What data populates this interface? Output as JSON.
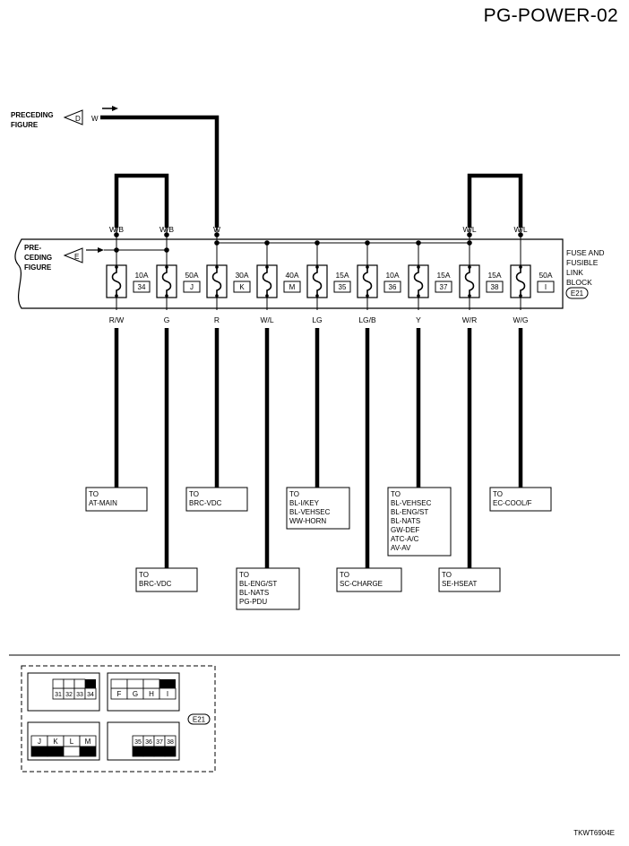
{
  "page_title": "PG-POWER-02",
  "diagram_code": "TKWT6904E",
  "preceding_top": {
    "line1": "PRECEDING",
    "line2": "FIGURE",
    "connector": "D",
    "wire": "W"
  },
  "preceding_left": {
    "line1": "PRE-",
    "line2": "CEDING",
    "line3": "FIGURE",
    "connector": "E"
  },
  "block_label": {
    "line1": "FUSE AND",
    "line2": "FUSIBLE",
    "line3": "LINK",
    "line4": "BLOCK",
    "connector": "E21"
  },
  "top_wires": [
    "W/B",
    "W/B",
    "W",
    "W/L",
    "W/L"
  ],
  "fuses": [
    {
      "amp": "10A",
      "id": "34",
      "out_wire": "R/W"
    },
    {
      "amp": "50A",
      "id": "J",
      "out_wire": "G"
    },
    {
      "amp": "30A",
      "id": "K",
      "out_wire": "R"
    },
    {
      "amp": "40A",
      "id": "M",
      "out_wire": "W/L"
    },
    {
      "amp": "15A",
      "id": "35",
      "out_wire": "LG"
    },
    {
      "amp": "10A",
      "id": "36",
      "out_wire": "LG/B"
    },
    {
      "amp": "15A",
      "id": "37",
      "out_wire": "Y"
    },
    {
      "amp": "15A",
      "id": "38",
      "out_wire": "W/R"
    },
    {
      "amp": "50A",
      "id": "I",
      "out_wire": "W/G"
    }
  ],
  "destinations": [
    {
      "lines": [
        "TO",
        "AT-MAIN"
      ]
    },
    {
      "lines": [
        "TO",
        "BRC-VDC"
      ]
    },
    {
      "lines": [
        "TO",
        "BRC-VDC"
      ]
    },
    {
      "lines": [
        "TO",
        "BL-ENG/ST",
        "BL-NATS",
        "PG-PDU"
      ]
    },
    {
      "lines": [
        "TO",
        "BL-I/KEY",
        "BL-VEHSEC",
        "WW-HORN"
      ]
    },
    {
      "lines": [
        "TO",
        "SC-CHARGE"
      ]
    },
    {
      "lines": [
        "TO",
        "BL-VEHSEC",
        "BL-ENG/ST",
        "BL-NATS",
        "GW-DEF",
        "ATC-A/C",
        "AV-AV"
      ]
    },
    {
      "lines": [
        "TO",
        "SE-HSEAT"
      ]
    },
    {
      "lines": [
        "TO",
        "EC-COOL/F"
      ]
    }
  ],
  "connector_legend": {
    "label": "E21",
    "groups": [
      [
        "31",
        "32",
        "33",
        "34"
      ],
      [
        "F",
        "G",
        "H",
        "I"
      ],
      [
        "J",
        "K",
        "L",
        "M"
      ],
      [
        "35",
        "36",
        "37",
        "38"
      ]
    ]
  }
}
